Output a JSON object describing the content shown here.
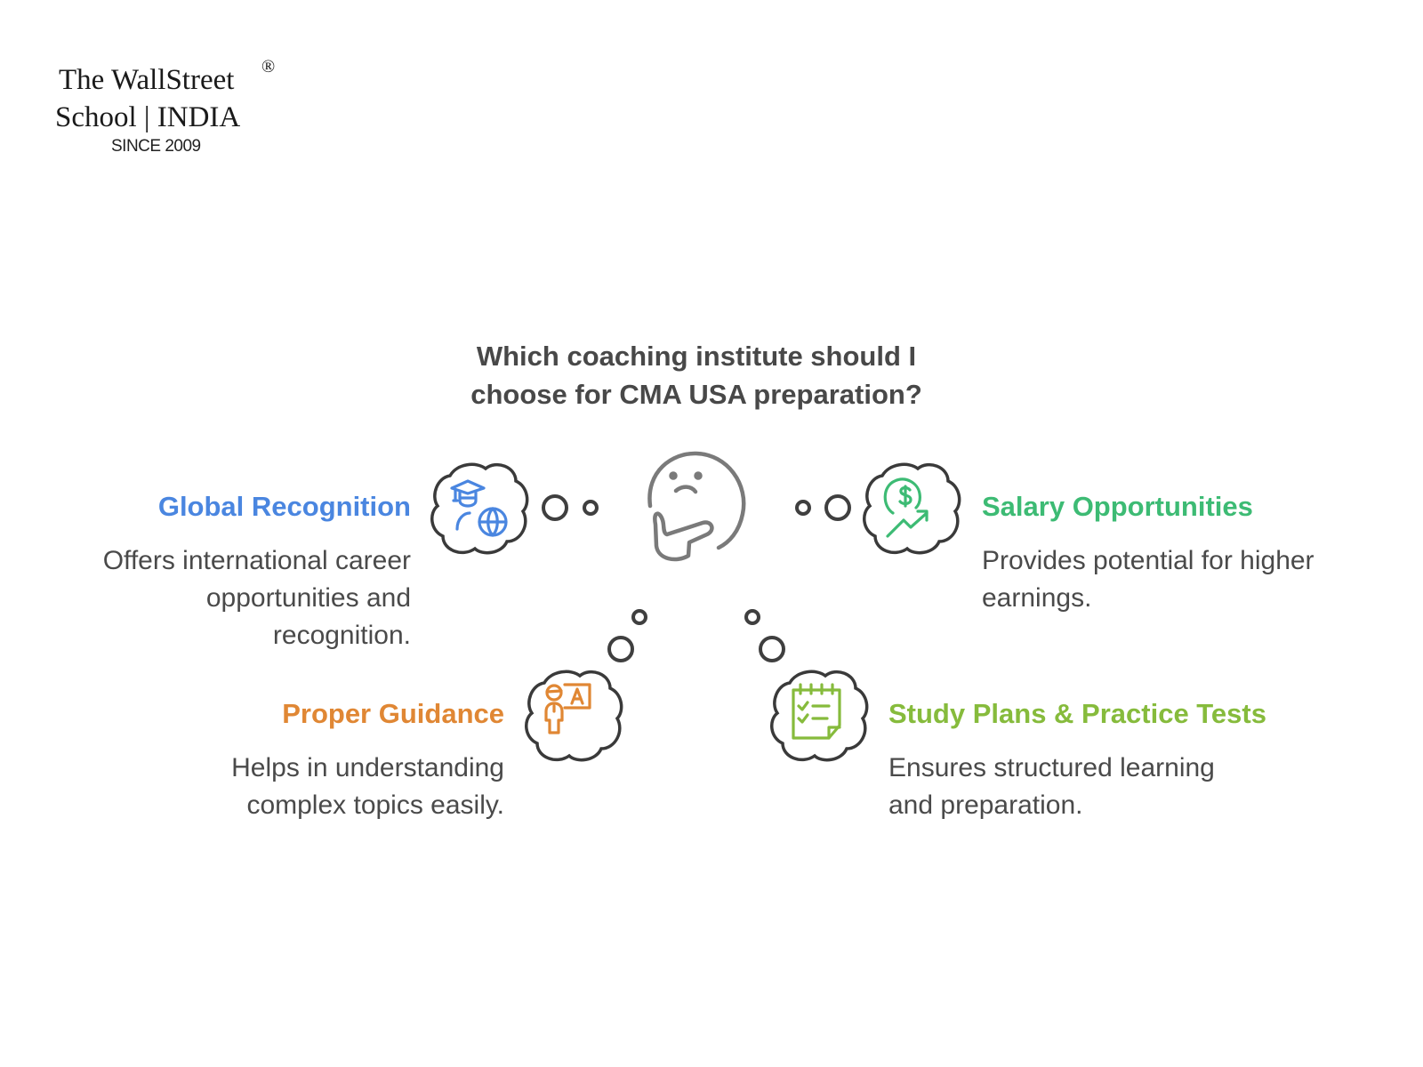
{
  "logo": {
    "line1": "The WallStreet",
    "registered": "®",
    "line2": "School | INDIA",
    "since": "SINCE 2009"
  },
  "question": {
    "line1": "Which coaching institute should I",
    "line2": "choose for CMA USA preparation?"
  },
  "center_icon": "thinking-face-icon",
  "options": [
    {
      "id": "global",
      "title": "Global Recognition",
      "description_lines": [
        "Offers international career",
        "opportunities and",
        "recognition."
      ],
      "icon": "graduate-globe-icon",
      "color": "#4a86e0"
    },
    {
      "id": "salary",
      "title": "Salary Opportunities",
      "description_lines": [
        "Provides potential for higher",
        "earnings."
      ],
      "icon": "dollar-growth-icon",
      "color": "#3dbb74"
    },
    {
      "id": "guidance",
      "title": "Proper Guidance",
      "description_lines": [
        "Helps in understanding",
        "complex topics easily."
      ],
      "icon": "teacher-board-icon",
      "color": "#e08734"
    },
    {
      "id": "study",
      "title": "Study Plans & Practice Tests",
      "description_lines": [
        "Ensures structured learning",
        "and preparation."
      ],
      "icon": "checklist-notepad-icon",
      "color": "#86bb3c"
    }
  ]
}
